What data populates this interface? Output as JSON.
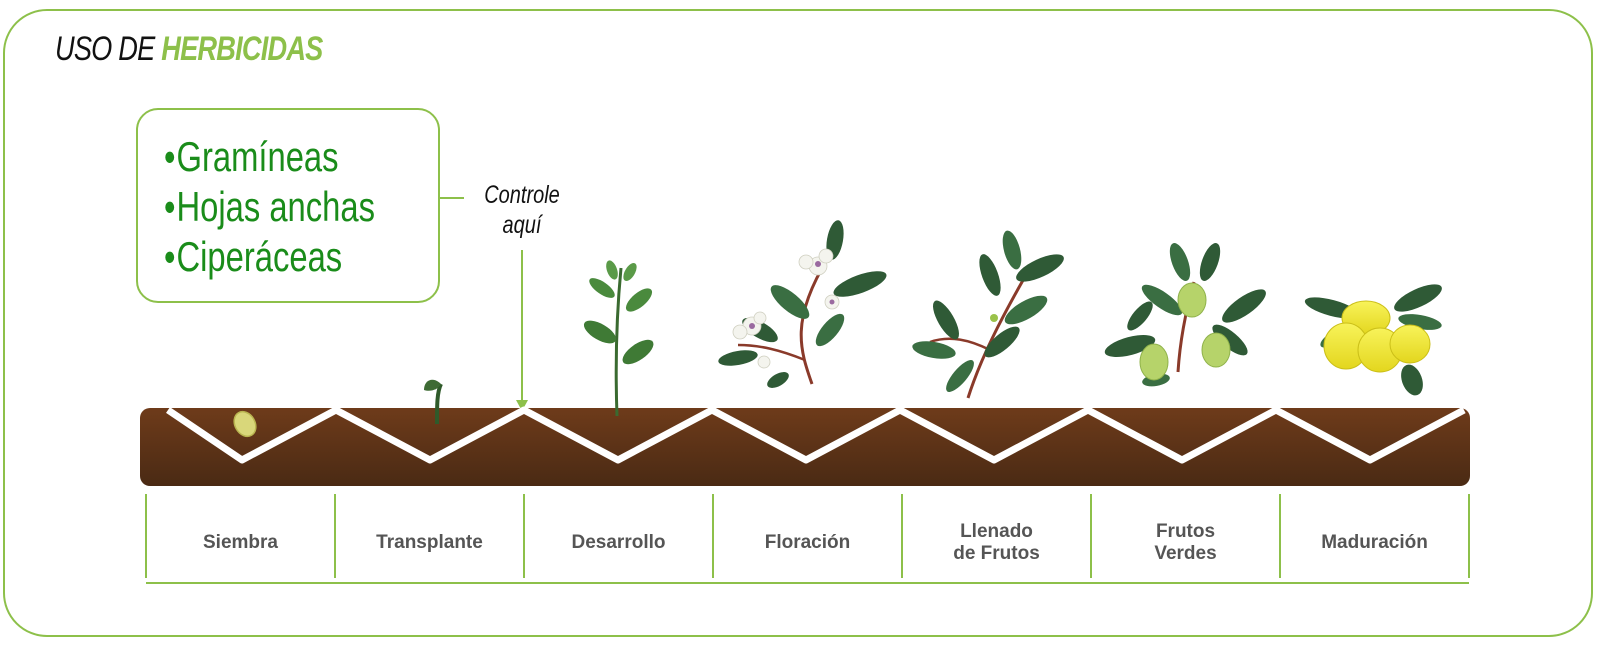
{
  "title": {
    "prefix": "USO DE ",
    "highlight": "HERBICIDAS"
  },
  "weeds": [
    "Gramíneas",
    "Hojas anchas",
    "Ciperáceas"
  ],
  "callout": {
    "line1": "Controle",
    "line2": "aquí"
  },
  "stages": [
    {
      "line1": "Siembra",
      "line2": ""
    },
    {
      "line1": "Transplante",
      "line2": ""
    },
    {
      "line1": "Desarrollo",
      "line2": ""
    },
    {
      "line1": "Floración",
      "line2": ""
    },
    {
      "line1": "Llenado",
      "line2": "de Frutos"
    },
    {
      "line1": "Frutos",
      "line2": "Verdes"
    },
    {
      "line1": "Maduración",
      "line2": ""
    }
  ],
  "colors": {
    "accent": "#8dc04a",
    "weed_text": "#1a8c1a",
    "soil": "#5a3318",
    "label": "#555555"
  }
}
